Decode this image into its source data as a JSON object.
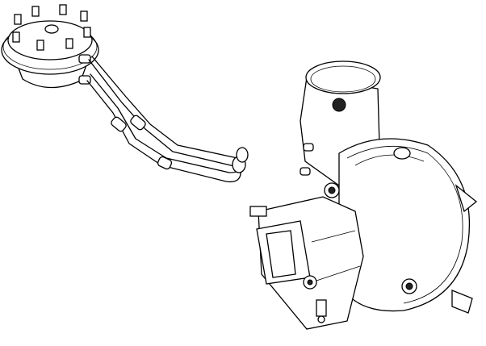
{
  "drawing": {
    "style": "line-art",
    "colors": {
      "stroke": "#000000",
      "background": "#ffffff"
    },
    "parts": [
      "pressure-switch",
      "sensing-tubes",
      "blower-housing",
      "blower-motor"
    ]
  }
}
